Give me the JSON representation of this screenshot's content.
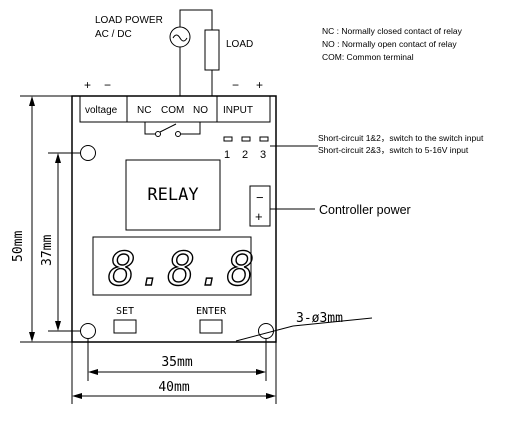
{
  "labels": {
    "load_power": "LOAD POWER",
    "ac_dc": "AC / DC",
    "load": "LOAD",
    "legend_nc": "NC :  Normally closed contact of relay",
    "legend_no": "NO :  Normally open   contact of relay",
    "legend_com": "COM: Common terminal",
    "voltage": "voltage",
    "nc": "NC",
    "com": "COM",
    "no": "NO",
    "input": "INPUT",
    "plus": "+",
    "minus": "−",
    "pin1": "1",
    "pin2": "2",
    "pin3": "3",
    "short_12": "Short-circuit 1&2，switch to the switch input",
    "short_23": "Short-circuit 2&3，switch to  5-16V input",
    "relay": "RELAY",
    "controller_power": "Controller power",
    "display": "8.8.8",
    "set": "SET",
    "enter": "ENTER",
    "holes": "3-ø3mm",
    "dim_50": "50mm",
    "dim_37": "37mm",
    "dim_35": "35mm",
    "dim_40": "40mm"
  }
}
